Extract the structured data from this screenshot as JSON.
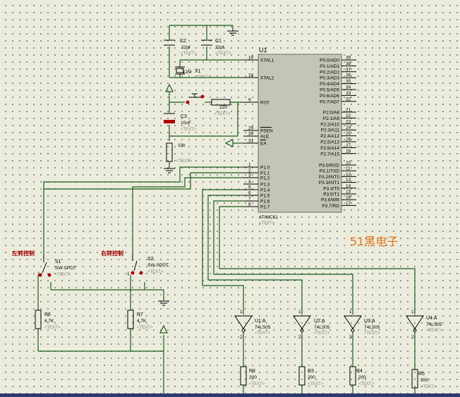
{
  "colors": {
    "background": "#ececdc",
    "wire": "#1a5c1a",
    "chip_fill": "#c2c7b5",
    "part_red": "#b00000",
    "watermark": "#e07820",
    "bottom_bar": "#2e3a6e"
  },
  "watermark": "51黑电子",
  "chip": {
    "ref": "U1",
    "type": "AT89C51",
    "text": "<TEXT>",
    "left_pins": [
      {
        "num": "19",
        "name": "XTAL1"
      },
      {
        "num": "18",
        "name": "XTAL2"
      },
      {
        "num": "9",
        "name": "RST"
      },
      {
        "num": "29",
        "name": "PSEN"
      },
      {
        "num": "30",
        "name": "ALE"
      },
      {
        "num": "31",
        "name": "EA"
      },
      {
        "num": "1",
        "name": "P1.0"
      },
      {
        "num": "2",
        "name": "P1.1"
      },
      {
        "num": "3",
        "name": "P1.2"
      },
      {
        "num": "4",
        "name": "P1.3"
      },
      {
        "num": "5",
        "name": "P1.4"
      },
      {
        "num": "6",
        "name": "P1.5"
      },
      {
        "num": "7",
        "name": "P1.6"
      },
      {
        "num": "8",
        "name": "P1.7"
      }
    ],
    "right_pins": [
      {
        "num": "39",
        "name": "P0.0/AD0"
      },
      {
        "num": "38",
        "name": "P0.1/AD1"
      },
      {
        "num": "37",
        "name": "P0.2/AD2"
      },
      {
        "num": "36",
        "name": "P0.3/AD3"
      },
      {
        "num": "35",
        "name": "P0.4/AD4"
      },
      {
        "num": "34",
        "name": "P0.5/AD5"
      },
      {
        "num": "33",
        "name": "P0.6/AD6"
      },
      {
        "num": "32",
        "name": "P0.7/AD7"
      },
      {
        "num": "21",
        "name": "P2.0/A8"
      },
      {
        "num": "22",
        "name": "P2.1/A9"
      },
      {
        "num": "23",
        "name": "P2.2/A10"
      },
      {
        "num": "24",
        "name": "P2.3/A11"
      },
      {
        "num": "25",
        "name": "P2.4/A12"
      },
      {
        "num": "26",
        "name": "P2.5/A13"
      },
      {
        "num": "27",
        "name": "P2.6/A14"
      },
      {
        "num": "28",
        "name": "P2.7/A15"
      },
      {
        "num": "10",
        "name": "P3.0/RXD"
      },
      {
        "num": "11",
        "name": "P3.1/TXD"
      },
      {
        "num": "12",
        "name": "P3.2/INT0"
      },
      {
        "num": "13",
        "name": "P3.3/INT1"
      },
      {
        "num": "14",
        "name": "P3.4/T0"
      },
      {
        "num": "15",
        "name": "P3.5/T1"
      },
      {
        "num": "16",
        "name": "P3.6/WR"
      },
      {
        "num": "17",
        "name": "P3.7/RD"
      }
    ]
  },
  "parts": {
    "c2": {
      "ref": "C2",
      "value": "22pf",
      "text": "<TEXT>"
    },
    "c1": {
      "ref": "C1",
      "value": "22pf",
      "text": "<TEXT>"
    },
    "x1": {
      "ref": "X1",
      "value": "12M",
      "text": "<TEXT>"
    },
    "c3": {
      "ref": "C3",
      "value": "10uF",
      "text": "<TEXT>"
    },
    "r_reset": {
      "value": "220",
      "text": "<TEXT>"
    },
    "r_pull": {
      "value": "10k",
      "text": "<TEXT>"
    },
    "s1": {
      "ref": "S1",
      "type": "SW-SPDT",
      "text": "<TEXT>",
      "label": "左转控制"
    },
    "s2": {
      "ref": "S2",
      "type": "SW-SPDT",
      "text": "<TEXT>",
      "label": "右转控制"
    },
    "r6": {
      "ref": "R6",
      "value": "4.7K",
      "text": "<TEXT>"
    },
    "r7": {
      "ref": "R7",
      "value": "4.7K",
      "text": "<TEXT>"
    },
    "u1a": {
      "ref": "U1:A",
      "type": "74LS05",
      "text": "<TEXT>",
      "pin_in": "1",
      "pin_out": "2"
    },
    "u2a": {
      "ref": "U2:A",
      "type": "74LS05",
      "text": "<TEXT>",
      "pin_in": "1",
      "pin_out": "2"
    },
    "u3a": {
      "ref": "U3:A",
      "type": "74LS05",
      "text": "<TEXT>",
      "pin_in": "1",
      "pin_out": "2"
    },
    "u4a": {
      "ref": "U4:A",
      "type": "74LS05",
      "text": "<TEXT>",
      "pin_in": "1",
      "pin_out": "2"
    },
    "r8": {
      "ref": "R8",
      "value": "200",
      "text": "<TEXT>"
    },
    "r3": {
      "ref": "R3",
      "value": "200",
      "text": "<TEXT>"
    },
    "r4": {
      "ref": "R4",
      "value": "200",
      "text": "<TEXT>"
    },
    "r5": {
      "ref": "R5",
      "value": "200",
      "text": "<TEXT>"
    }
  }
}
